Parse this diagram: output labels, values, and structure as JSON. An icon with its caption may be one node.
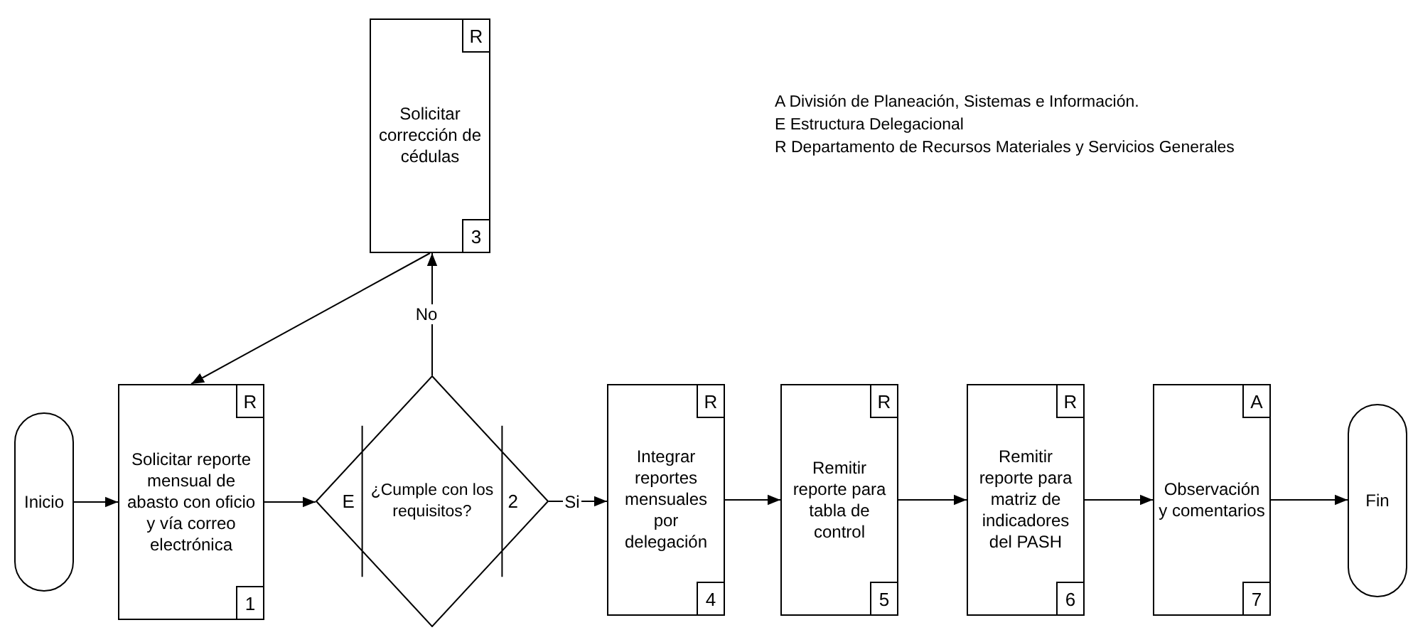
{
  "diagram": {
    "nodes": [
      {
        "text": [
          "Inicio"
        ]
      },
      {
        "text": [
          "R",
          "Solicitar reporte mensual de abasto con oficio y vía correo electrónica",
          "1"
        ]
      },
      {
        "text": [
          "E",
          "¿Cumple con los requisitos?",
          "2"
        ]
      },
      {
        "text": [
          "R",
          "Solicitar corrección de cédulas",
          "3"
        ]
      },
      {
        "text": [
          "R",
          "Integrar reportes mensuales por delegación",
          "4"
        ]
      },
      {
        "text": [
          "R",
          "Remitir reporte para tabla de control",
          "5"
        ]
      },
      {
        "text": [
          "R",
          "Remitir reporte para matriz de indicadores del PASH",
          "6"
        ]
      },
      {
        "text": [
          "A",
          "Observación y comentarios",
          "7"
        ]
      },
      {
        "text": [
          "Fin"
        ]
      }
    ],
    "edges": [
      {
        "from": 0,
        "to": 1,
        "arrow": "to"
      },
      {
        "from": 1,
        "to": 2,
        "arrow": "to"
      },
      {
        "from": 2,
        "to": 3,
        "arrow": "to",
        "label": "No"
      },
      {
        "from": 3,
        "to": 1,
        "arrow": "to"
      },
      {
        "from": 2,
        "to": 4,
        "arrow": "to",
        "label": "Si"
      },
      {
        "from": 4,
        "to": 5,
        "arrow": "to"
      },
      {
        "from": 5,
        "to": 6,
        "arrow": "to"
      },
      {
        "from": 6,
        "to": 7,
        "arrow": "to"
      },
      {
        "from": 7,
        "to": 8,
        "arrow": "to"
      }
    ],
    "labels": [
      "A División de Planeación, Sistemas e Información.",
      "E Estructura Delegacional",
      "R Departamento de Recursos Materiales y Servicios Generales"
    ]
  }
}
